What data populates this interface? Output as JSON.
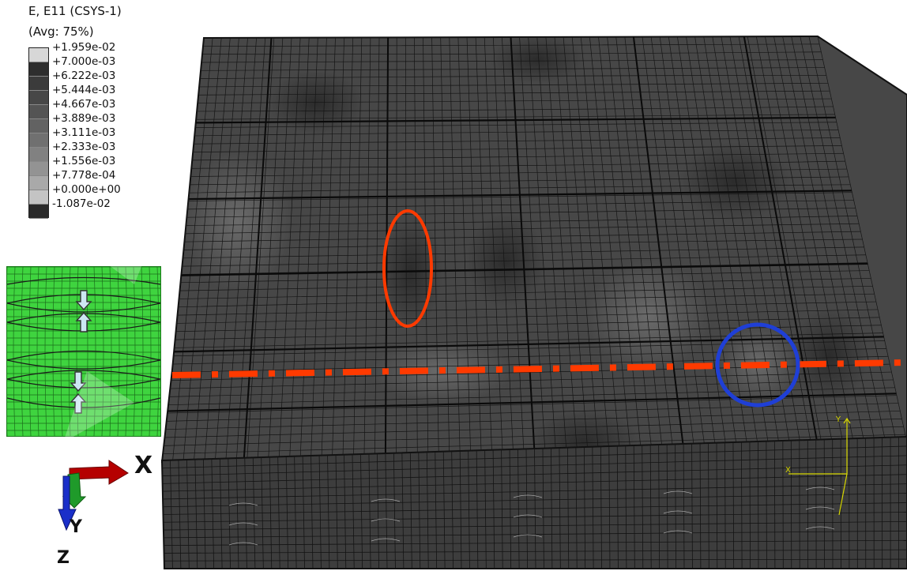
{
  "legend": {
    "title": "E, E11 (CSYS-1)",
    "subtitle": "(Avg: 75%)",
    "values": [
      "+1.959e-02",
      "+7.000e-03",
      "+6.222e-03",
      "+5.444e-03",
      "+4.667e-03",
      "+3.889e-03",
      "+3.111e-03",
      "+2.333e-03",
      "+1.556e-03",
      "+7.778e-04",
      "+0.000e+00",
      "-1.087e-02"
    ],
    "colors": [
      "#d7d7d7",
      "#2e2e2e",
      "#3b3b3b",
      "#474747",
      "#545454",
      "#626262",
      "#707070",
      "#818181",
      "#939393",
      "#a9a9a9",
      "#c4c4c4",
      "#2a2a2a"
    ]
  },
  "triad": {
    "x_label": "X",
    "y_label": "Y",
    "z_label": "Z"
  },
  "mini_triad": {
    "x_label": "X",
    "y_label": "Y"
  },
  "colors": {
    "mesh_top": "#444444",
    "mesh_side": "#3a3a3a",
    "mesh_line": "#1a1a1a",
    "centerline": "#ff3a00",
    "highlight_red": "#ff3a00",
    "highlight_blue": "#1f3fd6",
    "inset_green": "#3fd43f",
    "arrow_fill": "#cde7f2"
  },
  "icons": {
    "triad_x": "x-axis-arrow-icon",
    "triad_y": "y-axis-arrow-icon",
    "triad_z": "z-axis-arrow-icon",
    "compress_arrows": "compression-arrows-icon"
  }
}
